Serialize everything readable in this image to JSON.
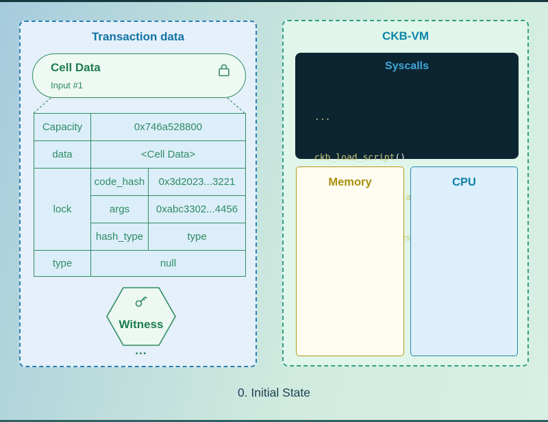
{
  "page": {
    "caption": "0. Initial State"
  },
  "transaction_panel": {
    "title": "Transaction data",
    "cell": {
      "title": "Cell Data",
      "subtitle": "Input #1",
      "lock_icon": "padlock-outline"
    },
    "table": {
      "rows": [
        {
          "label": "Capacity",
          "value": "0x746a528800"
        },
        {
          "label": "data",
          "value": "<Cell Data>"
        },
        {
          "label": "lock",
          "fields": [
            {
              "key": "code_hash",
              "value": "0x3d2023...3221"
            },
            {
              "key": "args",
              "value": "0xabc3302...4456"
            },
            {
              "key": "hash_type",
              "value": "type"
            }
          ]
        },
        {
          "label": "type",
          "value": "null"
        }
      ]
    },
    "witness": {
      "label": "Witness",
      "key_icon": "key-outline"
    },
    "ellipsis": "..."
  },
  "vm_panel": {
    "title": "CKB-VM",
    "syscalls": {
      "title": "Syscalls",
      "lines": [
        "...",
        "ckb_load_script()",
        "ckb_load_cell_data()",
        "ckb_load_witnesses()",
        "..."
      ]
    },
    "memory_label": "Memory",
    "cpu_label": "CPU"
  },
  "colors": {
    "background_blue": "#a6cbdd",
    "background_mint": "#d8efe4",
    "tx_panel_border": "#2b7fb0",
    "tx_panel_bg": "#e5f0fa",
    "tx_title": "#1273a4",
    "diagram_green": "#2e8b62",
    "table_bg": "#dceefa",
    "vm_panel_border": "#2f9e85",
    "vm_panel_bg": "#e0f6ea",
    "vm_title": "#0d86a8",
    "syscalls_bg": "#0d2431",
    "syscalls_title": "#40a9da",
    "code_text": "#c7c981",
    "memory_accent": "#b2990f",
    "cpu_accent": "#2187ae",
    "caption_text": "#1d3f54"
  }
}
